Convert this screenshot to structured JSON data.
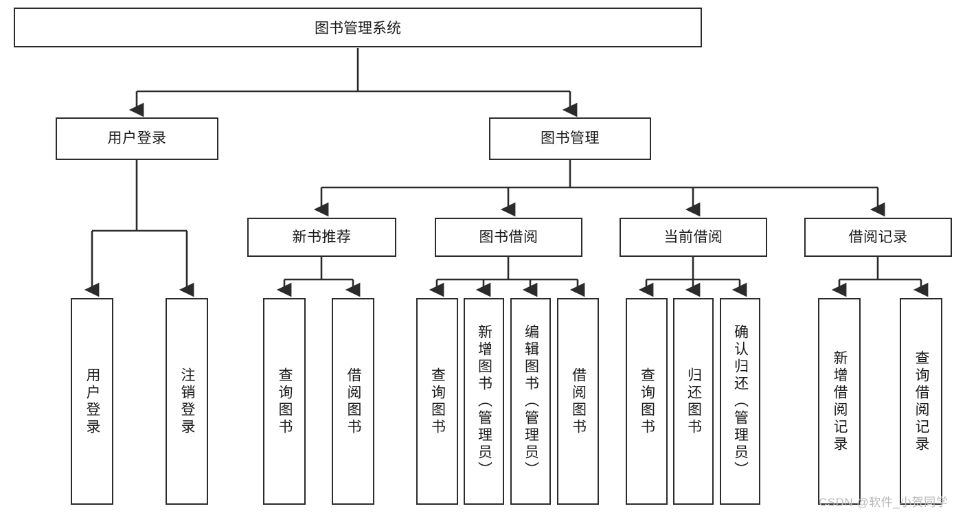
{
  "diagram": {
    "type": "tree-hierarchy",
    "title": "图书管理系统",
    "watermark": "CSDN @软件_小贺同学",
    "colors": {
      "stroke": "#2b2b2b",
      "fill": "#ffffff",
      "text": "#1a1a1a",
      "watermark": "#b9b9b9"
    },
    "nodes": {
      "root": {
        "label": "图书管理系统"
      },
      "level1": [
        {
          "label": "用户登录"
        },
        {
          "label": "图书管理"
        }
      ],
      "level2": [
        {
          "label": "新书推荐"
        },
        {
          "label": "图书借阅"
        },
        {
          "label": "当前借阅"
        },
        {
          "label": "借阅记录"
        }
      ],
      "leaves": {
        "user_login": [
          {
            "label": "用户登录"
          },
          {
            "label": "注销登录"
          }
        ],
        "new_book_recommend": [
          {
            "label": "查询图书"
          },
          {
            "label": "借阅图书"
          }
        ],
        "book_borrow": [
          {
            "label": "查询图书"
          },
          {
            "label": "新增图书（管理员）"
          },
          {
            "label": "编辑图书（管理员）"
          },
          {
            "label": "借阅图书"
          }
        ],
        "current_borrow": [
          {
            "label": "查询图书"
          },
          {
            "label": "归还图书"
          },
          {
            "label": "确认归还（管理员）"
          }
        ],
        "borrow_record": [
          {
            "label": "新增借阅记录"
          },
          {
            "label": "查询借阅记录"
          }
        ]
      }
    }
  }
}
